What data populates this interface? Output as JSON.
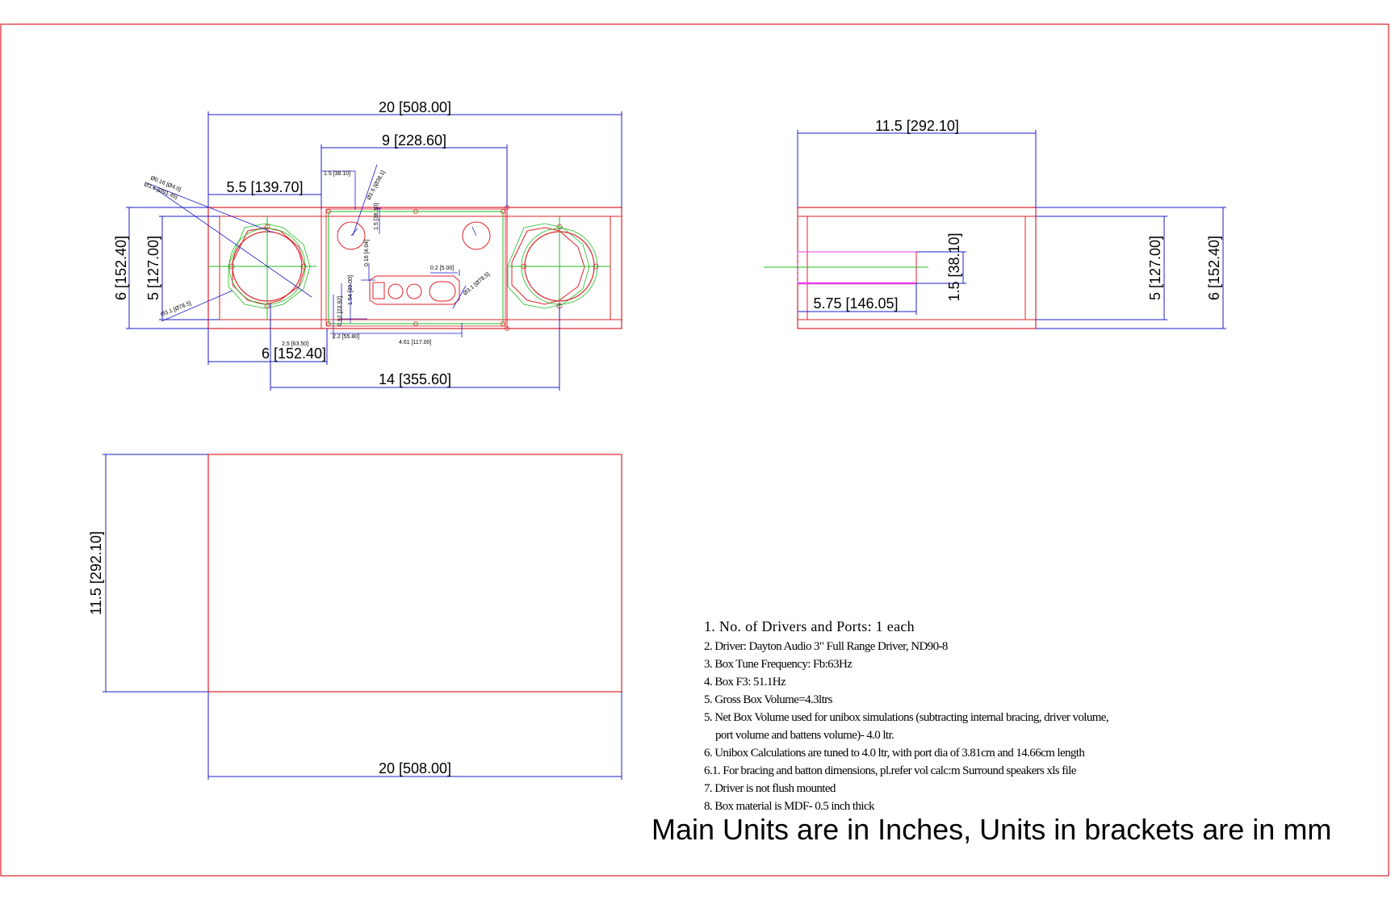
{
  "dimensions": {
    "front_overall_width": "20 [508.00]",
    "front_port_span": "9 [228.60]",
    "front_left_section": "5.5 [139.70]",
    "front_port_offset": "1.5 [38.10]",
    "front_overall_height": "6 [152.40]",
    "front_inner_height": "5 [127.00]",
    "front_driver_offset": "6 [152.40]",
    "front_driver_spacing": "14 [355.60]",
    "front_small_25": "2.5 [63.50]",
    "front_small_22": "2.2 [55.80]",
    "front_small_461": "4.61 [117.00]",
    "front_small_092": "0.92 [23.92]",
    "front_small_154": "1.54 [39.00]",
    "front_small_02": "0.2 [5.00]",
    "front_small_15b": "1.5 [38.10]",
    "front_small_016": "0.16 [4.04]",
    "front_small_hole": "Ø3.1 [Ø78.5]",
    "front_small_diam1": "Ø0.16 [Ø4.0]",
    "front_small_diam2": "Ø3.6 [Ø91.45]",
    "front_small_diam3": "Ø3.1 [Ø78.5]",
    "front_small_diam4": "Ø1.5 [Ø38.1]",
    "side_depth": "11.5 [292.10]",
    "side_port_dia": "1.5 [38.10]",
    "side_port_length": "5.75 [146.05]",
    "side_inner_height": "5 [127.00]",
    "side_overall_height": "6 [152.40]",
    "top_depth": "11.5 [292.10]",
    "top_width": "20 [508.00]"
  },
  "notes": [
    "1. No. of Drivers and Ports: 1 each",
    "2. Driver: Dayton Audio 3\" Full Range Driver, ND90-8",
    "3. Box Tune Frequency: Fb:63Hz",
    "4. Box F3: 51.1Hz",
    "5. Gross Box Volume=4.3ltrs",
    "5. Net Box Volume used for unibox simulations (subtracting internal bracing, driver volume,",
    "port volume and battens volume)- 4.0 ltr.",
    "6. Unibox Calculations are tuned to 4.0 ltr, with port dia of 3.81cm and 14.66cm length",
    "6.1. For bracing and batton dimensions, pl.refer vol calc:m Surround speakers xls file",
    "7. Driver is not flush mounted",
    "8. Box material is MDF- 0.5 inch thick"
  ],
  "units_note": "Main Units are in Inches, Units in brackets are in mm",
  "colors": {
    "outline": "#e0222a",
    "dimension": "#1c1cc8",
    "centerline": "#22bb22",
    "port_highlight": "#e83ce8",
    "frame": "#e0222a"
  }
}
